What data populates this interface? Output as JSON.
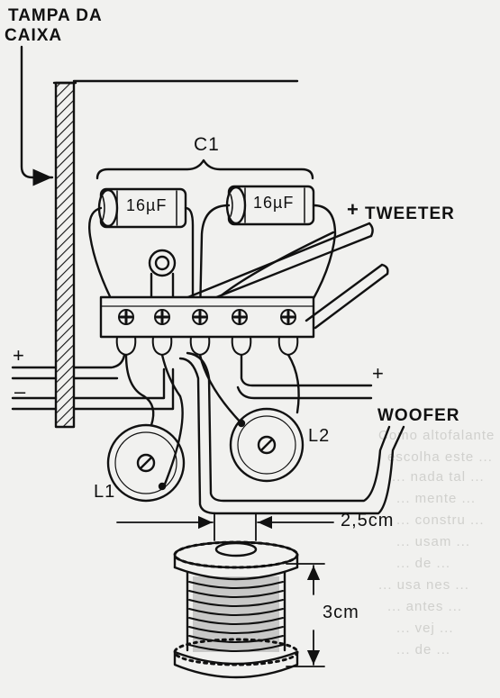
{
  "labels": {
    "lid": "TAMPA   DA",
    "lid2": "CAIXA",
    "capacitor_group": "C1",
    "cap1": "16µF",
    "cap2": "16µF",
    "tweeter_plus": "+",
    "tweeter": "TWEETER",
    "input_plus": "+",
    "input_minus": "–",
    "woofer_plus": "+",
    "woofer": "WOOFER",
    "coil1": "L1",
    "coil2": "L2",
    "dim_width": "2,5cm",
    "dim_height": "3cm"
  },
  "background_text": [
    "Como  altofalante   de",
    "escolha  este ...",
    "... nada  tal ...",
    "... mente ...",
    "... constru ...",
    "... usam ...",
    "... de ...",
    "... usa  nes ...",
    "... antes ...",
    "... vej ...",
    "... de ..."
  ],
  "colors": {
    "ink": "#111111",
    "paper": "#f1f1ef",
    "faint_text": "#d0d0cd"
  }
}
